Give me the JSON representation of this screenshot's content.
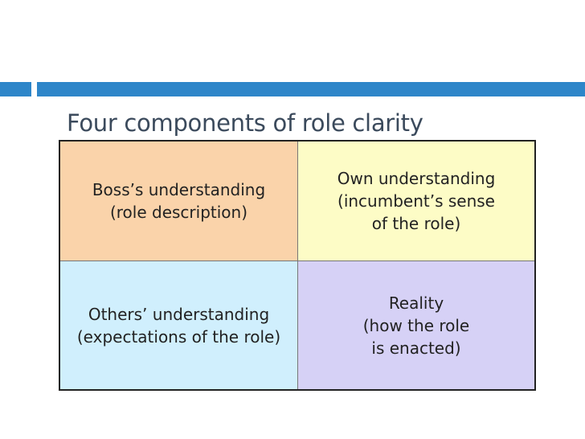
{
  "slide": {
    "title": "Four components of role clarity",
    "quadrants": [
      {
        "text": "Boss’s understanding\n(role description)",
        "color": "#fad3aa"
      },
      {
        "text": "Own understanding\n(incumbent’s sense\nof the role)",
        "color": "#fdfcc6"
      },
      {
        "text": "Others’ understanding\n(expectations of the role)",
        "color": "#d0effd"
      },
      {
        "text": "Reality\n(how the role\nis enacted)",
        "color": "#d6d1f6"
      }
    ],
    "accent_color": "#2e86c9"
  }
}
